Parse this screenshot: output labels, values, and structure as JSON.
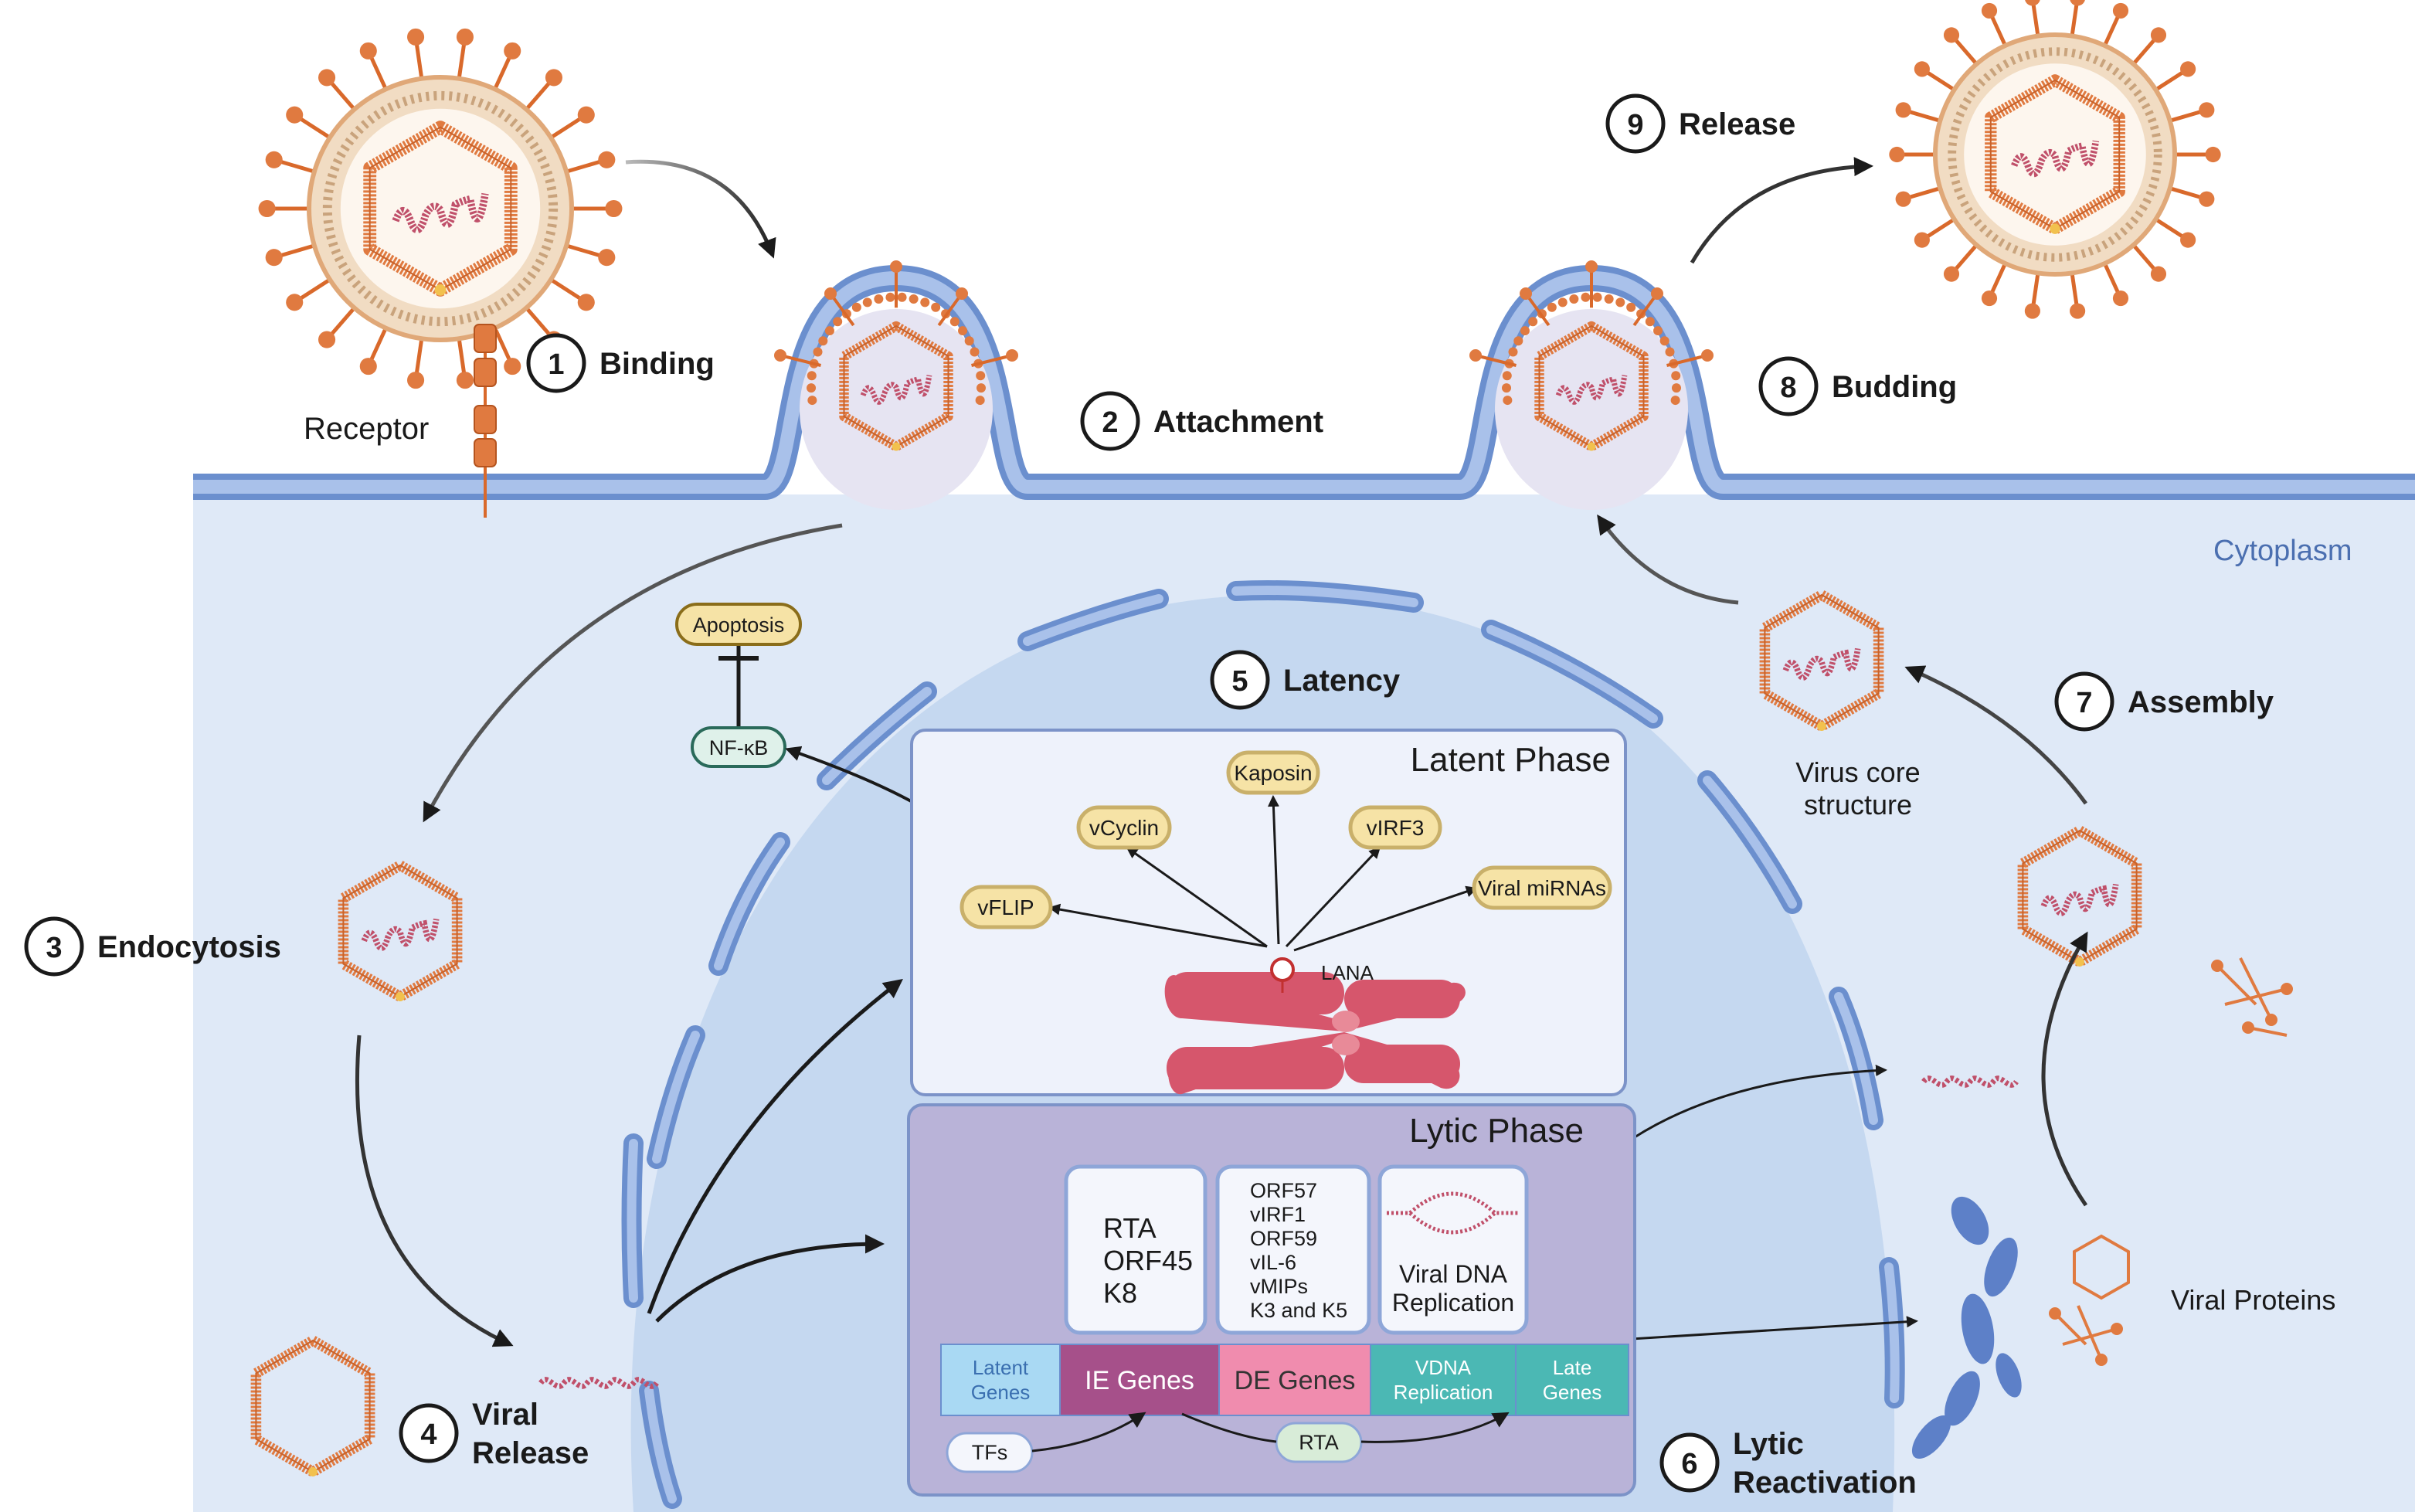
{
  "colors": {
    "membrane": "#6b8fce",
    "membrane_fill": "#a9c1ea",
    "cytoplasm": "#dfe9f7",
    "nucleus": "#c5d8f0",
    "capsid": "#e07a40",
    "dna": "#c0506a",
    "latent_box": "#eef2fb",
    "lytic_box": "#b9b3d8",
    "pill_yellow": "#f6e3a6",
    "nfkb": "#dff1ea",
    "chromosome": "#d6566c"
  },
  "labels": {
    "cytoplasm": "Cytoplasm",
    "receptor": "Receptor",
    "virus_core": [
      "Virus core",
      "structure"
    ],
    "viral_proteins": "Viral Proteins",
    "apoptosis": "Apoptosis",
    "nfkb": "NF-κB",
    "lana": "LANA"
  },
  "steps": [
    {
      "n": "1",
      "label": "Binding"
    },
    {
      "n": "2",
      "label": "Attachment"
    },
    {
      "n": "3",
      "label": "Endocytosis"
    },
    {
      "n": "4",
      "label": [
        "Viral",
        "Release"
      ]
    },
    {
      "n": "5",
      "label": "Latency"
    },
    {
      "n": "6",
      "label": [
        "Lytic",
        "Reactivation"
      ]
    },
    {
      "n": "7",
      "label": "Assembly"
    },
    {
      "n": "8",
      "label": "Budding"
    },
    {
      "n": "9",
      "label": "Release"
    }
  ],
  "latent_phase": {
    "title": "Latent Phase",
    "genes": [
      "vFLIP",
      "vCyclin",
      "Kaposin",
      "vIRF3",
      "Viral miRNAs"
    ]
  },
  "lytic_phase": {
    "title": "Lytic Phase",
    "ie_box": [
      "RTA",
      "ORF45",
      "K8"
    ],
    "de_box": [
      "ORF57",
      "vIRF1",
      "ORF59",
      "vIL-6",
      "vMIPs",
      "K3 and K5"
    ],
    "replication_box": [
      "Viral DNA",
      "Replication"
    ],
    "gene_bar": [
      {
        "label": [
          "Latent",
          "Genes"
        ],
        "color": "#a9d9f3",
        "text_color": "#3a6fb0"
      },
      {
        "label": [
          "IE Genes"
        ],
        "color": "#a6508a",
        "text_color": "#ffffff"
      },
      {
        "label": [
          "DE Genes"
        ],
        "color": "#f08cae",
        "text_color": "#333333"
      },
      {
        "label": [
          "VDNA",
          "Replication"
        ],
        "color": "#4bb8b4",
        "text_color": "#ffffff"
      },
      {
        "label": [
          "Late",
          "Genes"
        ],
        "color": "#4bb8b4",
        "text_color": "#ffffff"
      }
    ],
    "tfs": "TFs",
    "rta": "RTA"
  }
}
